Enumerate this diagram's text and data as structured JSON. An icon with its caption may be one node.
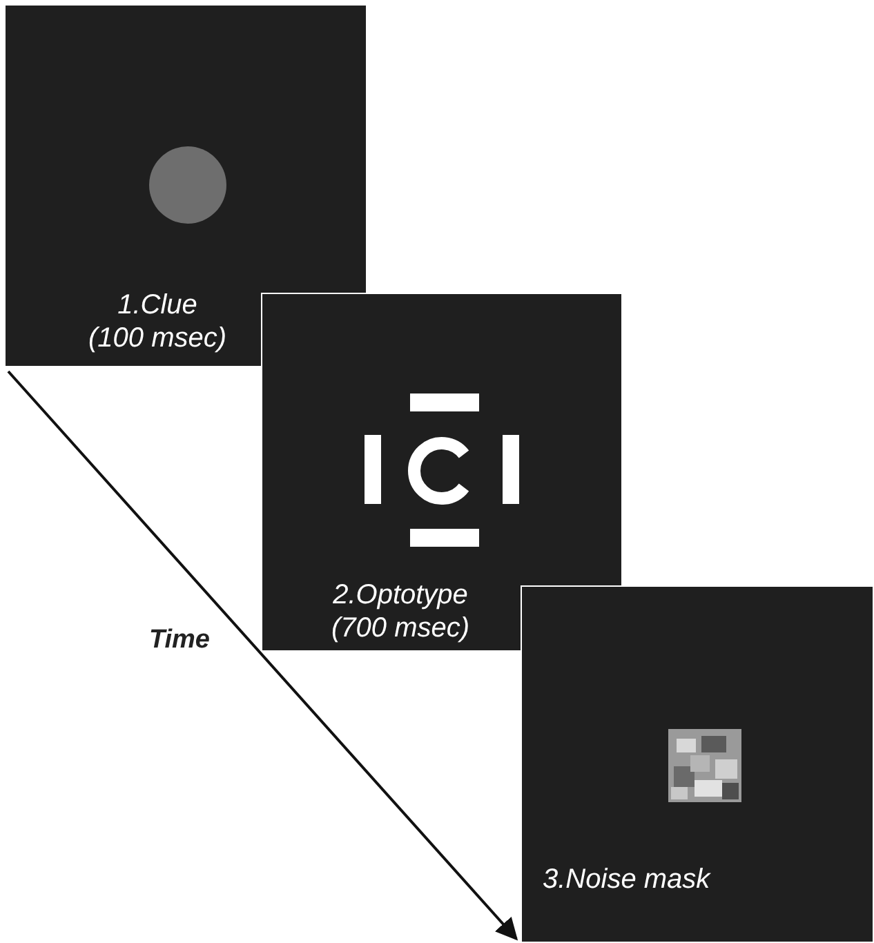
{
  "diagram": {
    "nodes": [
      {
        "text": [
          "1.Clue (100 msec)"
        ]
      },
      {
        "text": [
          "2.Optotype (700 msec)"
        ]
      },
      {
        "text": [
          "3.Noise mask"
        ]
      }
    ],
    "edges": [
      {
        "from": 0,
        "to": 2,
        "arrow": "to"
      }
    ],
    "labels": [
      "Time"
    ]
  }
}
